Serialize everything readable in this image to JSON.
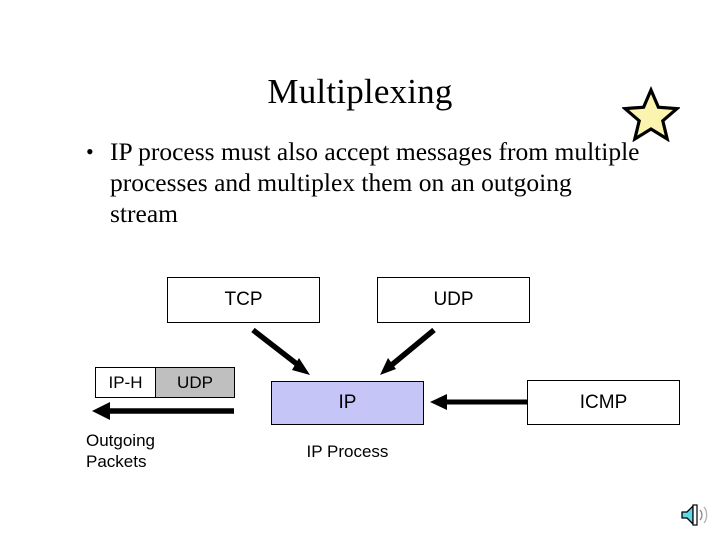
{
  "slide": {
    "title": "Multiplexing",
    "background_color": "#FFFFFF",
    "bullets": [
      {
        "marker": "•",
        "text": "IP process must also accept messages from multiple processes and multiplex them on an outgoing stream"
      }
    ]
  },
  "diagram": {
    "nodes": [
      {
        "id": "tcp",
        "label": "TCP",
        "fill": "#FFFFFF",
        "border": "#000000"
      },
      {
        "id": "udp",
        "label": "UDP",
        "fill": "#FFFFFF",
        "border": "#000000"
      },
      {
        "id": "ip_h",
        "label": "IP-H",
        "fill": "#FFFFFF",
        "border": "#000000"
      },
      {
        "id": "udp2",
        "label": "UDP",
        "fill": "#BFBFBF",
        "border": "#000000"
      },
      {
        "id": "ip",
        "label": "IP",
        "fill": "#C5C6F7",
        "border": "#000000"
      },
      {
        "id": "icmp",
        "label": "ICMP",
        "fill": "#FFFFFF",
        "border": "#000000"
      }
    ],
    "captions": [
      {
        "id": "outgoing_packets",
        "text": "Outgoing\n Packets"
      },
      {
        "id": "ip_process",
        "text": "IP Process"
      }
    ],
    "connectors": [
      {
        "id": "tcp-to-ip",
        "from": "tcp",
        "to": "ip",
        "style": "diagonal-arrow",
        "direction": "down-right"
      },
      {
        "id": "udp-to-ip",
        "from": "udp",
        "to": "ip",
        "style": "diagonal-arrow",
        "direction": "down-left"
      },
      {
        "id": "icmp-to-ip",
        "from": "icmp",
        "to": "ip",
        "style": "straight-arrow",
        "direction": "left"
      },
      {
        "id": "packets-out",
        "from": "ip_h",
        "to": "outgoing_packets",
        "style": "straight-arrow",
        "direction": "left"
      }
    ]
  },
  "decorations": {
    "star": {
      "name": "star-icon",
      "fill": "#FAF4AE",
      "stroke": "#000000"
    },
    "sound": {
      "name": "sound-speaker-icon",
      "fill": "#5FD8E8",
      "stroke": "#000000"
    }
  }
}
